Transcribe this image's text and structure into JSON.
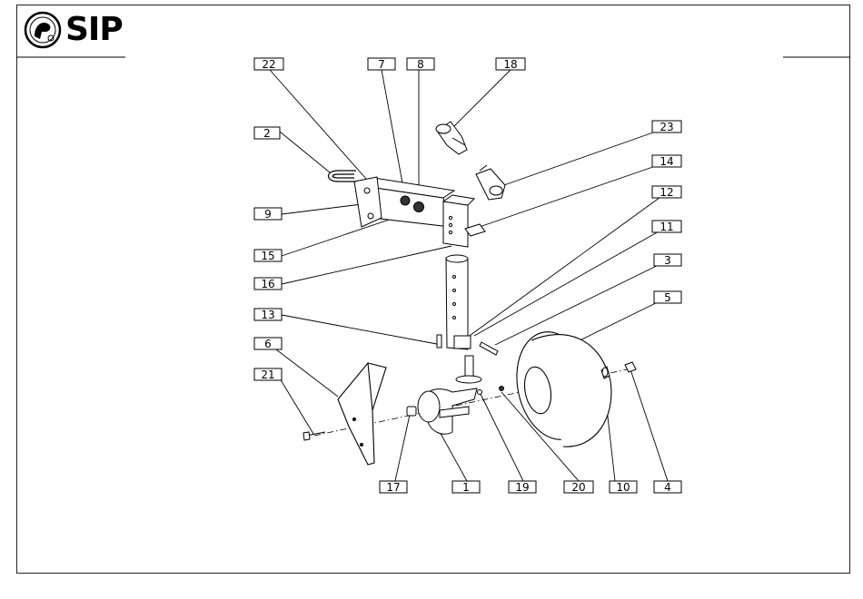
{
  "brand": {
    "name": "SIP"
  },
  "diagram": {
    "title": "",
    "callouts": [
      "22",
      "7",
      "8",
      "18",
      "2",
      "23",
      "14",
      "9",
      "12",
      "15",
      "11",
      "16",
      "3",
      "5",
      "13",
      "6",
      "21",
      "17",
      "1",
      "19",
      "20",
      "10",
      "4"
    ]
  }
}
